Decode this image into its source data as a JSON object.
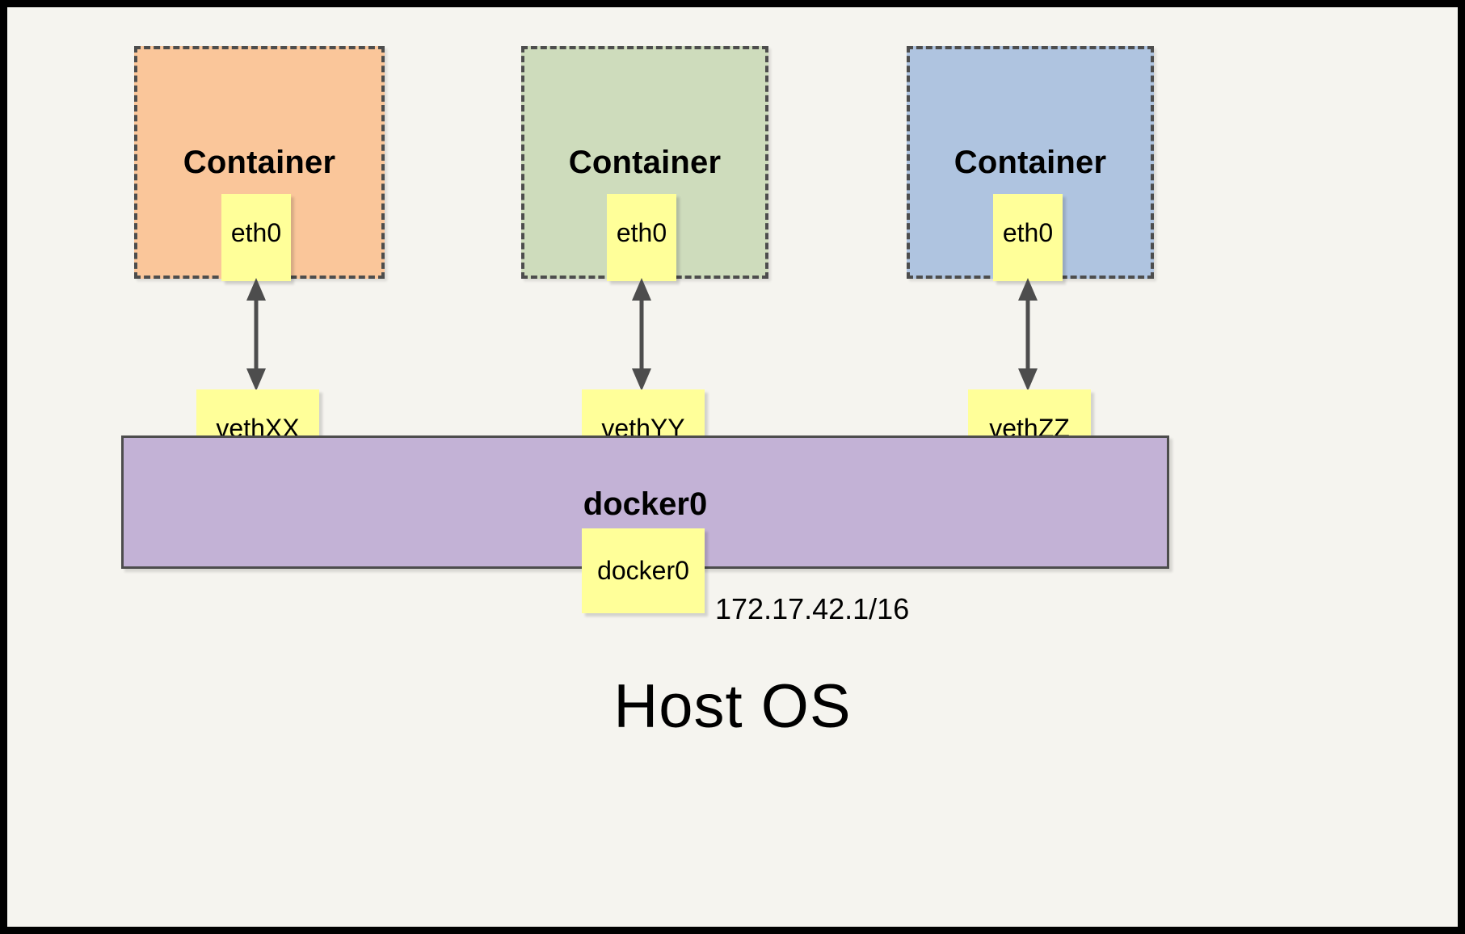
{
  "diagram": {
    "title_bottom": "Host OS",
    "host_bg_color": "#f5f4ef",
    "frame_color": "#000000",
    "containers": [
      {
        "label": "Container",
        "color": "#fac69a",
        "eth_label": "eth0",
        "veth_label": "vethXX"
      },
      {
        "label": "Container",
        "color": "#cedcbc",
        "eth_label": "eth0",
        "veth_label": "vethYY"
      },
      {
        "label": "Container",
        "color": "#afc4e0",
        "eth_label": "eth0",
        "veth_label": "vethZZ"
      }
    ],
    "bridge": {
      "title": "docker0",
      "node_label": "docker0",
      "ip_address": "172.17.42.1/16",
      "color": "#c3b2d6"
    },
    "node_color": "#ffff99",
    "stroke_color": "#4d4d4d"
  }
}
